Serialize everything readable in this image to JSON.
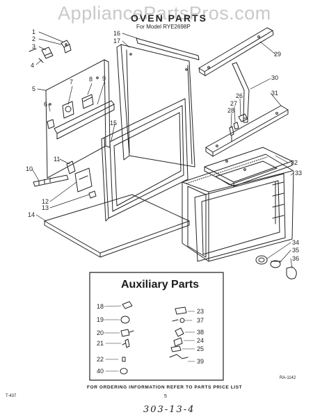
{
  "watermark": "AppliancePartsPros.com",
  "title": "OVEN PARTS",
  "subtitle": "For Model RYE2698P",
  "auxiliary_title": "Auxiliary Parts",
  "footer_note": "FOR ORDERING INFORMATION REFER TO PARTS PRICE LIST",
  "drawing_code": "RA-1142",
  "left_code": "T-437",
  "page_number": "5",
  "handwritten_note": "303-13-4",
  "callouts_main": [
    "1",
    "2",
    "3",
    "4",
    "5",
    "6",
    "7",
    "8",
    "9",
    "10",
    "11",
    "12",
    "13",
    "14",
    "15",
    "16",
    "17",
    "26",
    "27",
    "28",
    "29",
    "30",
    "31",
    "32",
    "33",
    "34",
    "35",
    "36"
  ],
  "callouts_aux": [
    "18",
    "19",
    "20",
    "21",
    "22",
    "40",
    "23",
    "37",
    "38",
    "24",
    "25",
    "39"
  ]
}
